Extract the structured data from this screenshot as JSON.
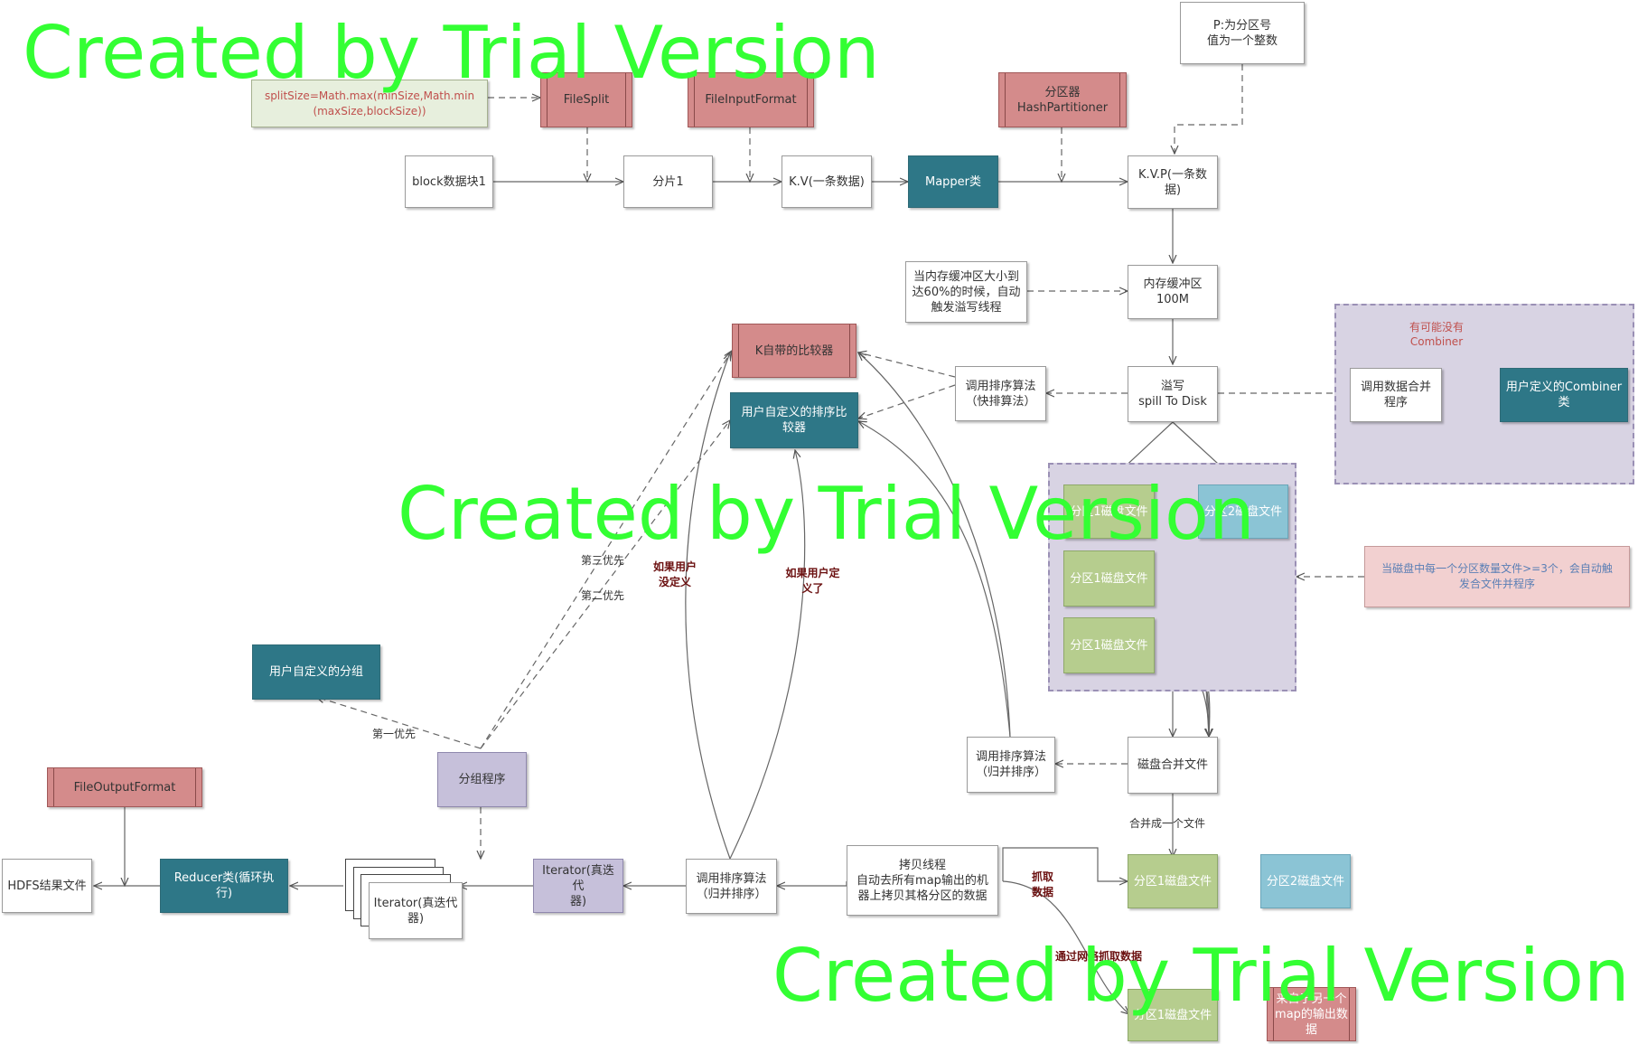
{
  "watermark": "Created by Trial Version",
  "nodes": {
    "split_size": "splitSize=Math.max(minSize,Math.min\n(maxSize,blockSize))",
    "file_split": "FileSplit",
    "file_input_format": "FileInputFormat",
    "partitioner": "分区器\nHashPartitioner",
    "p_note": "P:为分区号\n值为一个整数",
    "block": "block数据块1",
    "split1": "分片1",
    "kv": "K.V(一条数据)",
    "mapper": "Mapper类",
    "kvp": "K.V.P(一条数\n据)",
    "buffer_note": "当内存缓冲区大小到\n达60%的时候，自动\n触发溢写线程",
    "buffer": "内存缓冲区\n100M",
    "k_comparator": "K自带的比较器",
    "user_sort_comparator": "用户自定义的排序比\n较器",
    "quick_sort": "调用排序算法\n（快排算法）",
    "spill": "溢写\nspill To Disk",
    "combine_program": "调用数据合并\n程序",
    "user_combiner": "用户定义的Combiner\n类",
    "disk1_a": "分区1磁盘文件",
    "disk2": "分区2磁盘文件",
    "disk1_b": "分区1磁盘文件",
    "disk1_c": "分区1磁盘文件",
    "merge_note": "当磁盘中每一个分区数量文件>=3个，会自动触\n发合文件并程序",
    "user_grouping": "用户自定义的分组",
    "merge_sort_top": "调用排序算法\n（归并排序）",
    "disk_merge": "磁盘合并文件",
    "file_output_format": "FileOutputFormat",
    "grouping_program": "分组程序",
    "merged_disk1": "分区1磁盘文件",
    "merged_disk2": "分区2磁盘文件",
    "hdfs": "HDFS结果文件",
    "reducer": "Reducer类(循环执\n行)",
    "iterator_stack": "Iterator(真迭代\n器)",
    "iterator": "Iterator(真迭代\n器)",
    "merge_sort_bottom": "调用排序算法\n（归并排序）",
    "copy_thread": "拷贝线程\n自动去所有map输出的机\n器上拷贝其格分区的数据",
    "bottom_disk1": "分区1磁盘文件",
    "other_map": "来自于另一个\nmap的输出数\n据"
  },
  "labels": {
    "maybe_no_combiner": "有可能没有\nCombiner",
    "third_priority": "第三优先",
    "second_priority": "第二优先",
    "first_priority": "第一优先",
    "user_not_defined": "如果用户\n没定义",
    "user_defined": "如果用户定\n义了",
    "merge_into_one": "合并成一个文件",
    "fetch_data": "抓取\n数据",
    "network_fetch": "通过网络抓取数据"
  },
  "colors": {
    "teal": "#2e7787",
    "red": "#d48b8b",
    "green": "#b6cd8e",
    "blue": "#8bc4d5",
    "purple": "#c6c0da",
    "watermark": "#33ff33"
  }
}
